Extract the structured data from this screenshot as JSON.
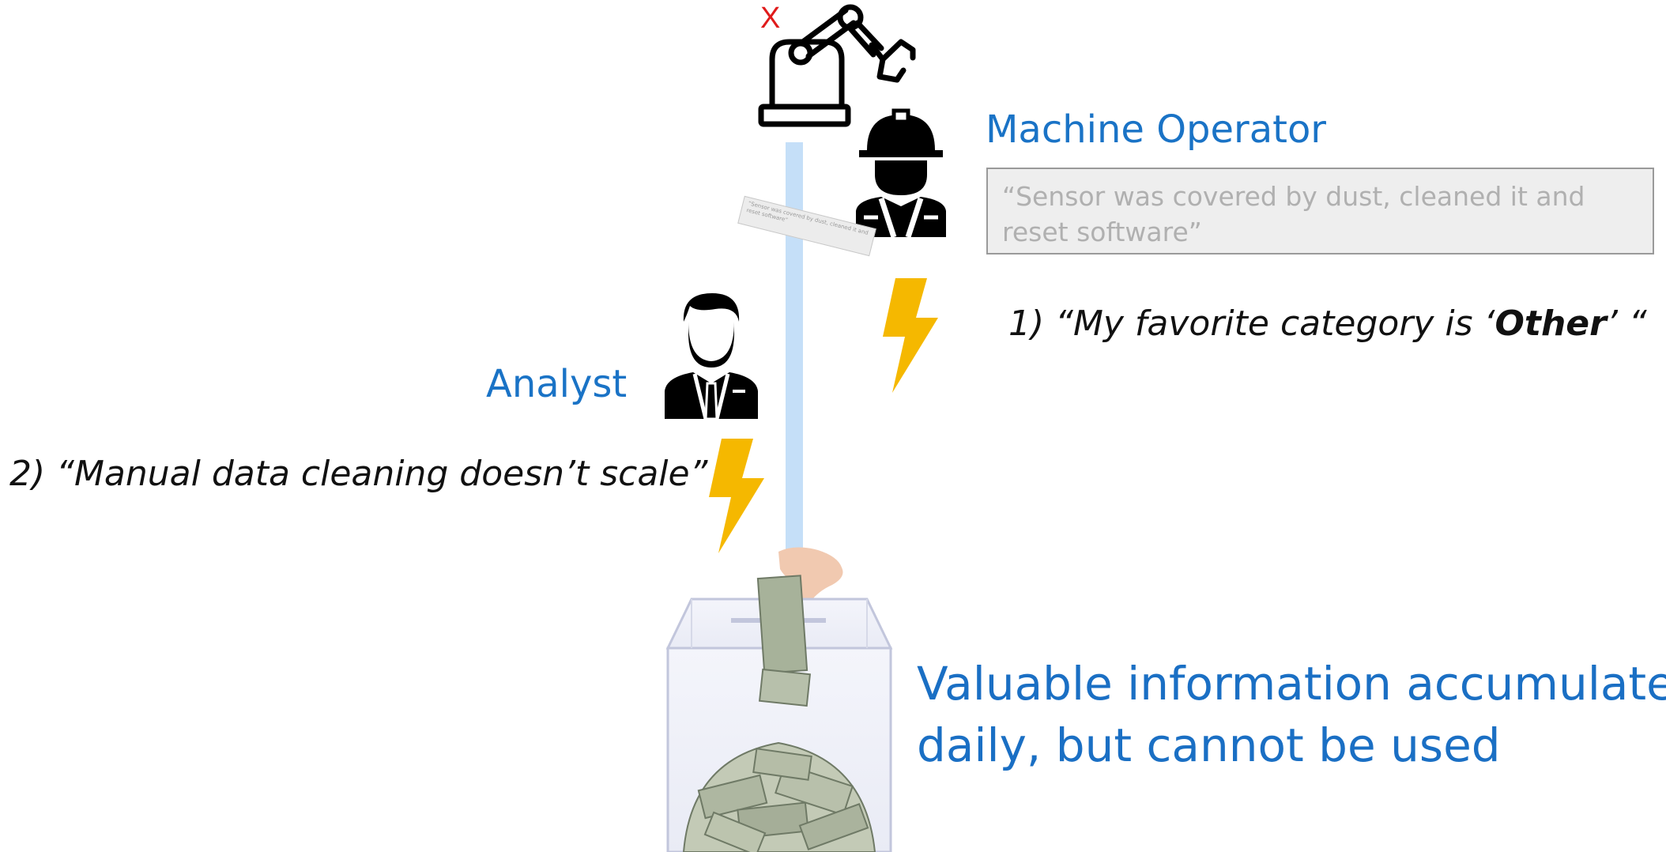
{
  "marker": {
    "x_mark": "X"
  },
  "roles": {
    "machine_operator": "Machine Operator",
    "analyst": "Analyst"
  },
  "operator_note": "“Sensor was covered by dust, cleaned it and reset software”",
  "paper_slip_text": "“Sensor was covered by dust, cleaned it and reset software”",
  "problems": {
    "p1_prefix": "1) “My favorite category is ‘",
    "p1_emphasis": "Other",
    "p1_suffix": "’ “",
    "p2": "2) “Manual data cleaning doesn’t scale”"
  },
  "headline": {
    "line1": "Valuable information accumulates",
    "line2": "daily, but cannot be used"
  },
  "icons": {
    "robot": "robot-arm-icon",
    "operator": "construction-worker-icon",
    "analyst": "businessman-icon",
    "bolt": "lightning-bolt-icon",
    "box": "ballot-box-with-money"
  },
  "colors": {
    "role_blue": "#1a73c6",
    "headline_blue": "#1a6fc4",
    "bolt_yellow": "#f5b800",
    "pipe_blue": "#c5dff8",
    "x_red": "#e01b1b"
  }
}
